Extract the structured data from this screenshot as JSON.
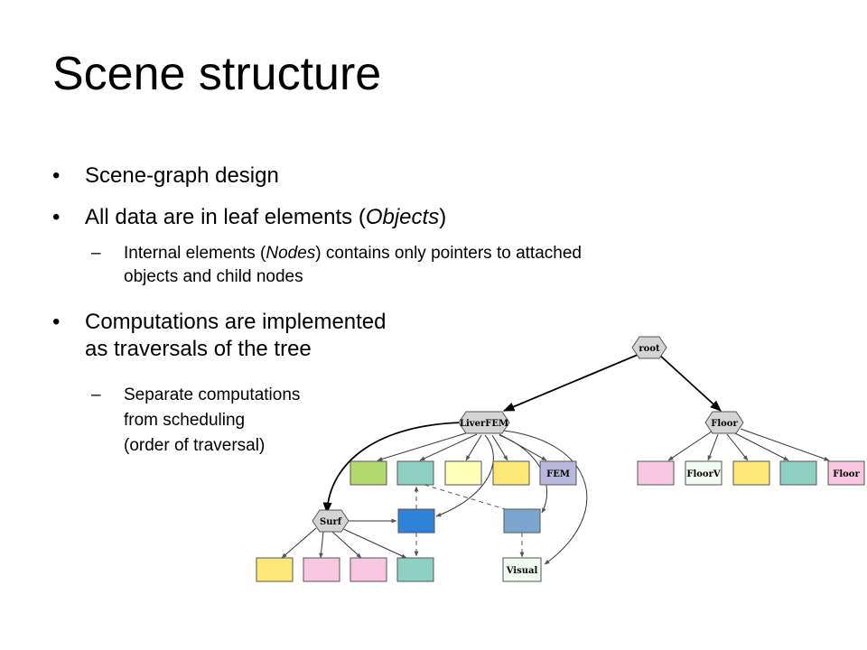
{
  "slide": {
    "title": "Scene structure",
    "bullets": [
      {
        "text": "Scene-graph design"
      },
      {
        "prefix": "All data are in leaf elements (",
        "em": "Objects",
        "suffix": ")"
      },
      {
        "text_line1": "Computations are implemented",
        "text_line2": "as traversals of the tree"
      }
    ],
    "sub_bullets": [
      {
        "prefix": "Internal elements (",
        "em": "Nodes",
        "suffix": ") contains only pointers to attached",
        "line2": "objects and child nodes"
      },
      {
        "line1": "Separate computations",
        "line2": "from scheduling",
        "line3": "(order of traversal)"
      }
    ],
    "bullet_mark": "•",
    "sub_mark": "–"
  },
  "diagram": {
    "nodes": {
      "root": "root",
      "liver": "LiverFEM",
      "floor_node": "Floor",
      "surf": "Surf",
      "fem": "FEM",
      "floorv": "FloorV",
      "floor_leaf": "Floor",
      "visual": "Visual"
    },
    "colors": {
      "green": "#b1d96d",
      "teal": "#8ed1c4",
      "light_yellow": "#ffffb8",
      "yellow": "#fde776",
      "lavender": "#b8b7dc",
      "pink": "#f8c8e2",
      "mint": "#f0fbf0",
      "blue": "#2f82d8",
      "steel_blue": "#7ba7cf",
      "hex_gray": "#d4d4d4"
    }
  }
}
